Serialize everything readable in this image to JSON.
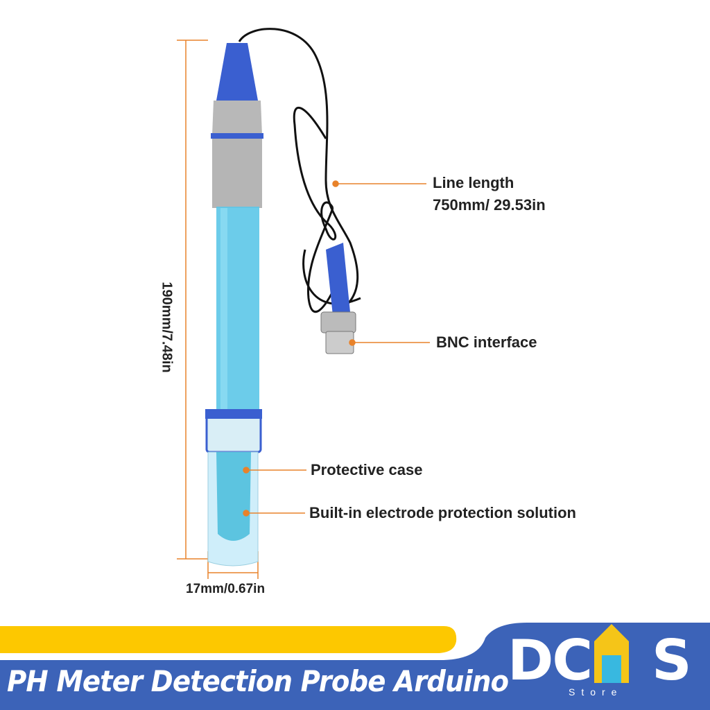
{
  "dimensions": {
    "height": "190mm/7.48in",
    "width": "17mm/0.67in"
  },
  "callouts": {
    "line_length_title": "Line length",
    "line_length_value": "750mm/ 29.53in",
    "bnc": "BNC interface",
    "protective_case": "Protective case",
    "solution": "Built-in electrode protection solution"
  },
  "banner": {
    "title": "PH Meter Detection Probe Arduino",
    "logo_main": "DC",
    "logo_end": "S",
    "logo_sub": "Store"
  },
  "colors": {
    "accent_orange": "#e8822a",
    "banner_blue": "#3c63b8",
    "banner_yellow": "#fdc800",
    "probe_blue": "#3a5fd0",
    "tube_cyan": "#5cc6e8"
  }
}
